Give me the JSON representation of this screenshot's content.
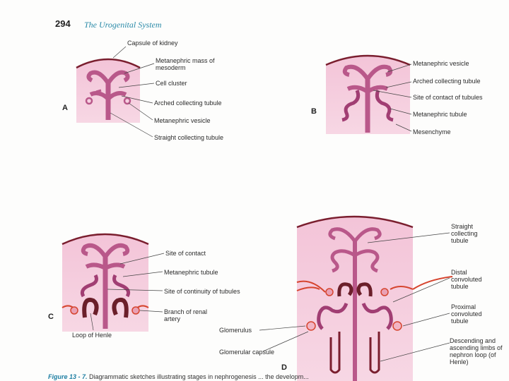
{
  "header": {
    "page_number": "294",
    "title": "The Urogenital System"
  },
  "panels": {
    "a": {
      "letter": "A",
      "labels": [
        "Capsule of kidney",
        "Metanephric mass of mesoderm",
        "Cell cluster",
        "Arched collecting tubule",
        "Metanephric vesicle",
        "Straight collecting tubule"
      ]
    },
    "b": {
      "letter": "B",
      "labels": [
        "Metanephric vesicle",
        "Arched collecting tubule",
        "Site of contact of tubules",
        "Metanephric tubule",
        "Mesenchyme"
      ]
    },
    "c": {
      "letter": "C",
      "labels": [
        "Site of contact",
        "Metanephric tubule",
        "Site of continuity of tubules",
        "Branch of renal artery",
        "Loop of Henle"
      ]
    },
    "d": {
      "letter": "D",
      "labels": [
        "Straight collecting tubule",
        "Distal convoluted tubule",
        "Proximal convoluted tubule",
        "Descending and ascending limbs of nephron loop (of Henle)",
        "Glomerulus",
        "Glomerular capsule"
      ]
    }
  },
  "caption": {
    "figure": "Figure 13 - 7.",
    "text": "Diagrammatic sketches illustrating stages in nephrogenesis ... the developm..."
  }
}
